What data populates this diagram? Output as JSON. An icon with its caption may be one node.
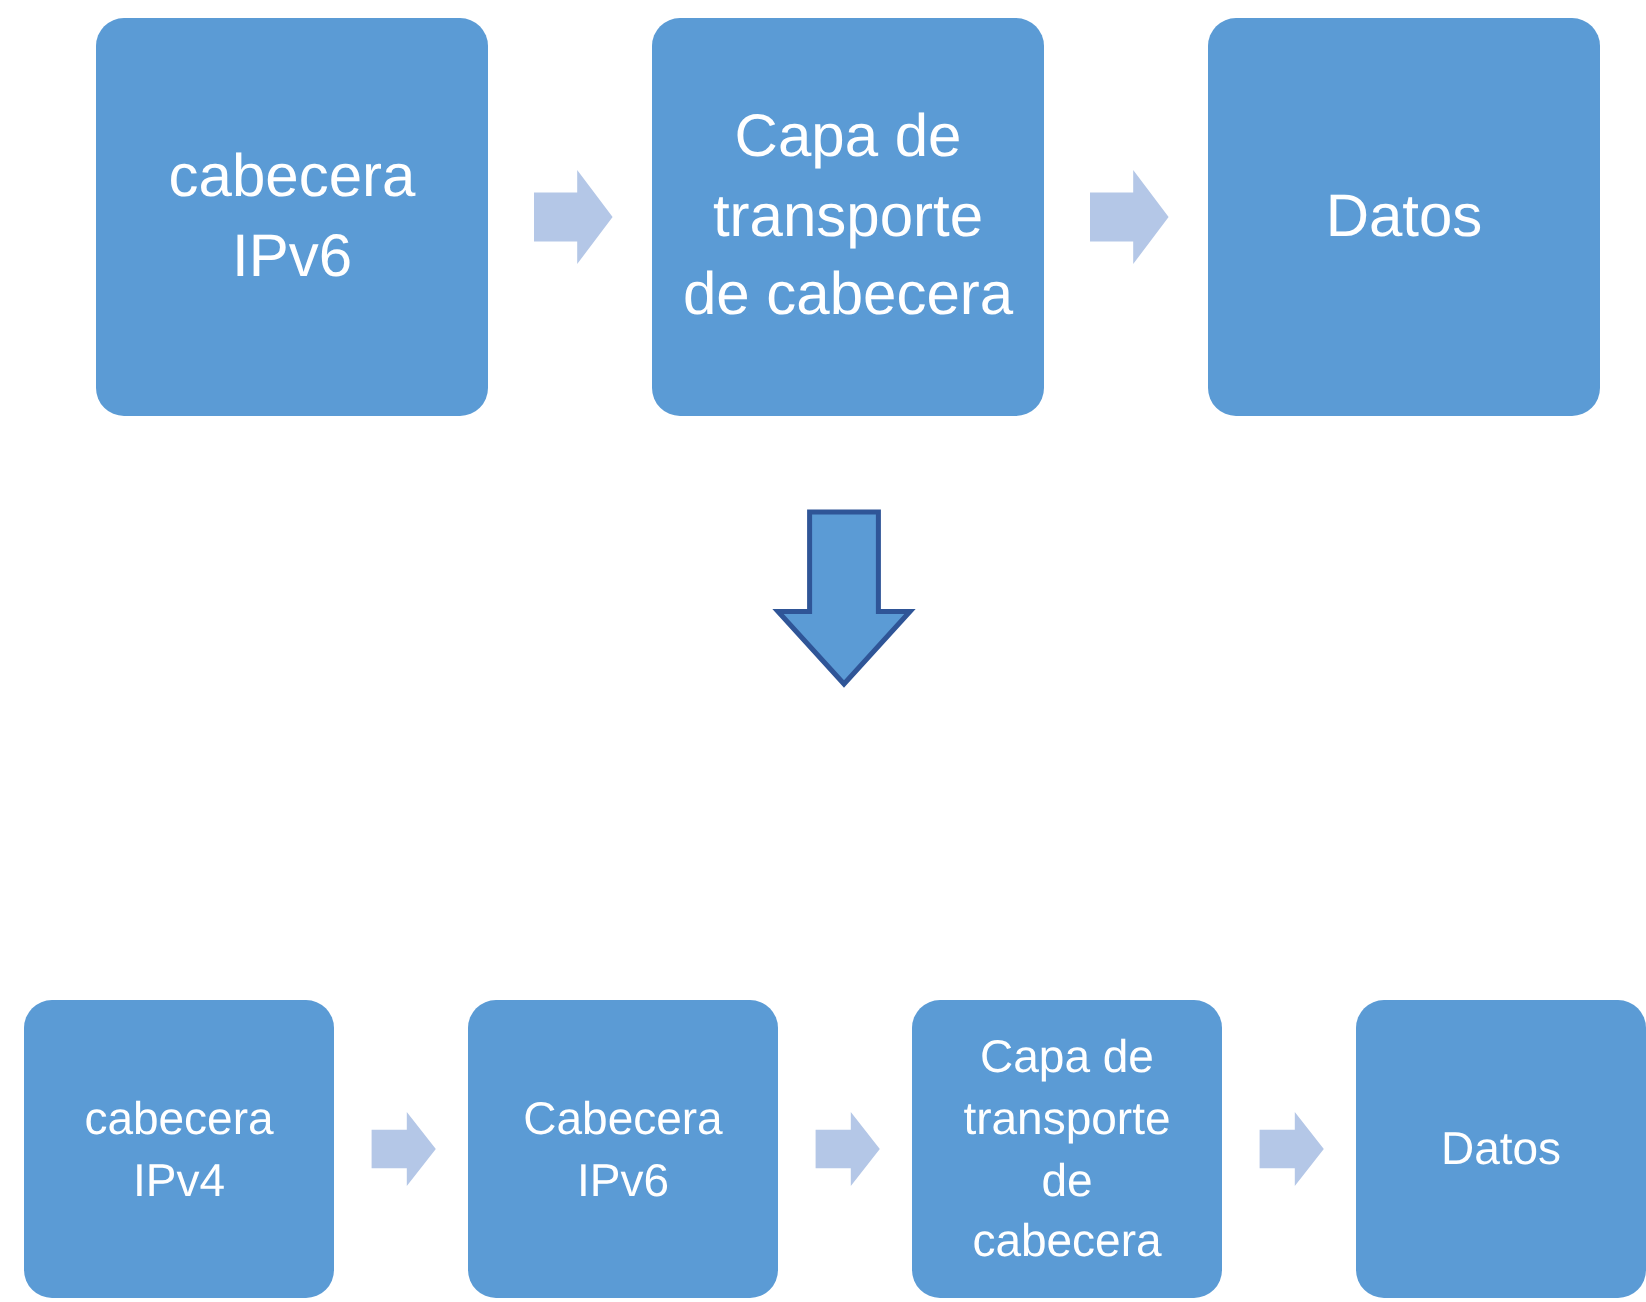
{
  "diagram": {
    "nodes": [
      {
        "text": [
          "cabecera IPv6"
        ]
      },
      {
        "text": [
          "Capa de transporte de cabecera"
        ]
      },
      {
        "text": [
          "Datos"
        ]
      },
      {
        "text": [
          "cabecera IPv4"
        ]
      },
      {
        "text": [
          "Cabecera IPv6"
        ]
      },
      {
        "text": [
          "Capa de transporte de cabecera"
        ]
      },
      {
        "text": [
          "Datos"
        ]
      }
    ],
    "edges": [
      {
        "from": 0,
        "to": 1,
        "arrow": "to"
      },
      {
        "from": 1,
        "to": 2,
        "arrow": "to"
      },
      {
        "from": 3,
        "to": 4,
        "arrow": "to"
      },
      {
        "from": 4,
        "to": 5,
        "arrow": "to"
      },
      {
        "from": 5,
        "to": 6,
        "arrow": "to"
      }
    ]
  }
}
